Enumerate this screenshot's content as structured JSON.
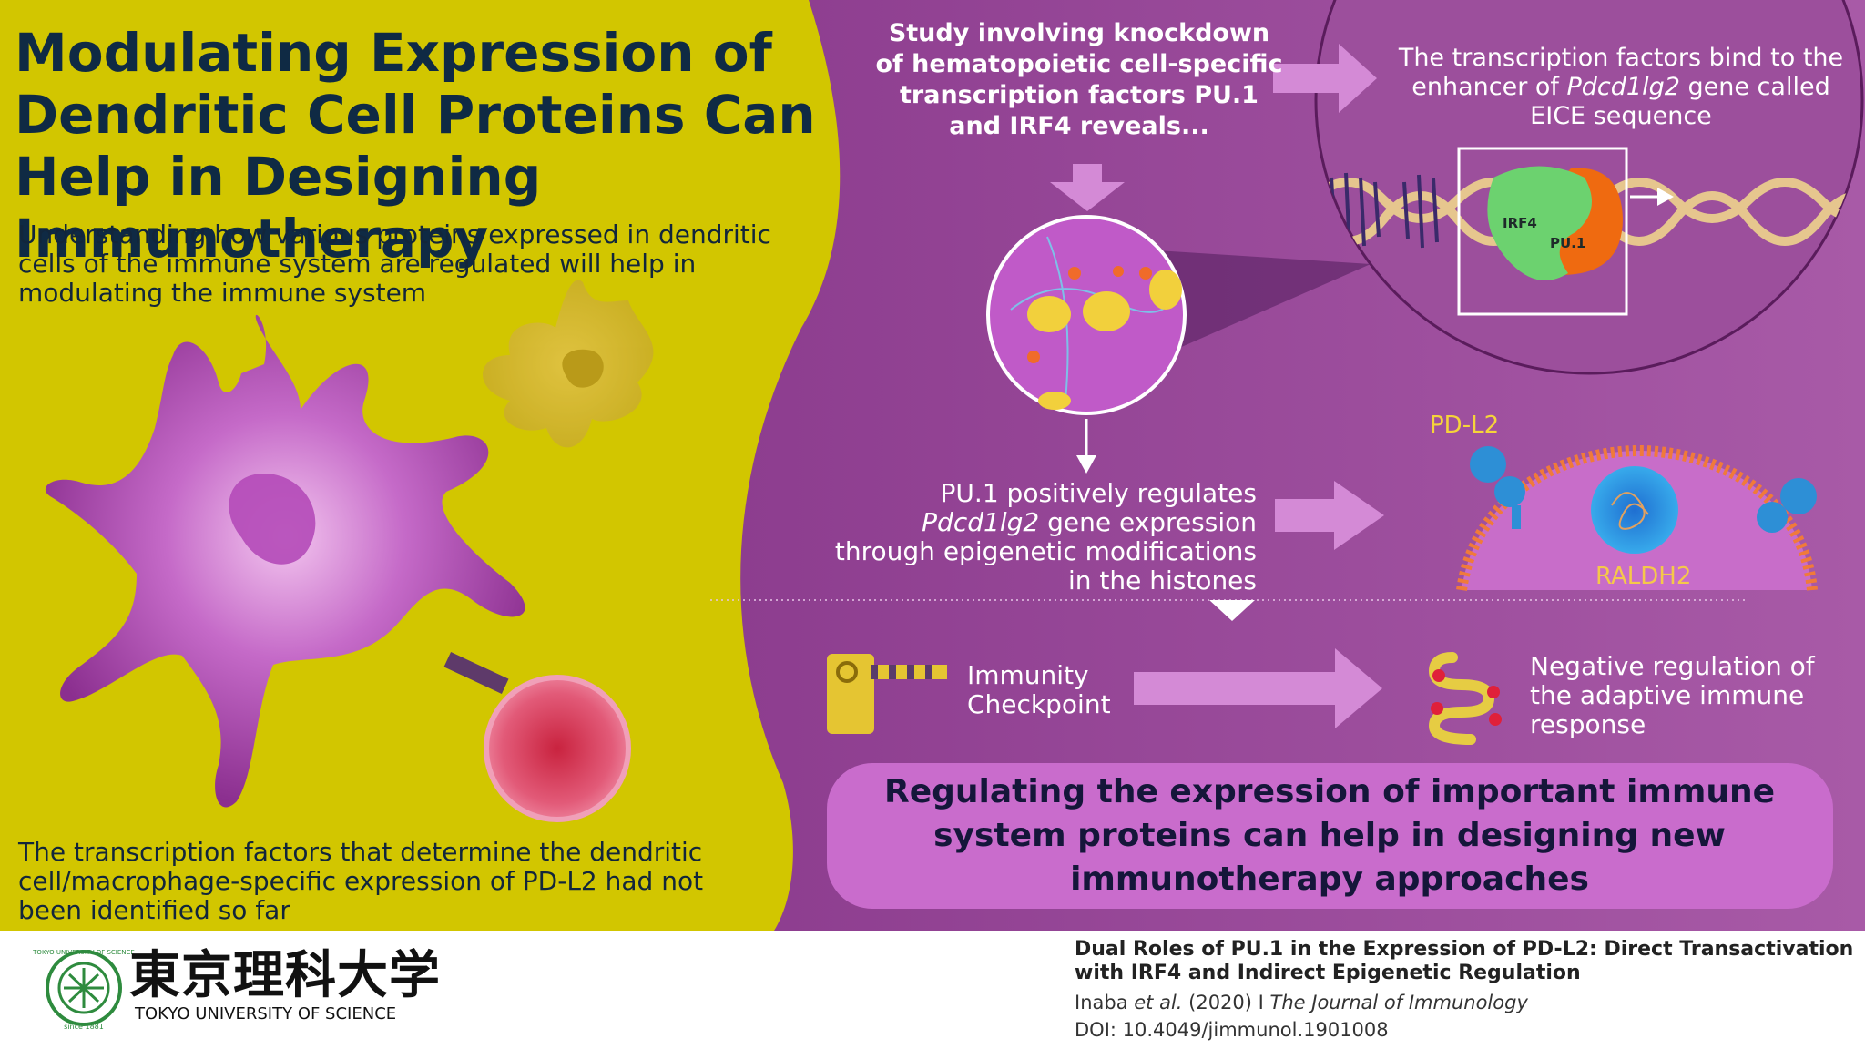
{
  "header": {
    "title": "Modulating Expression of Dendritic Cell Proteins Can Help in Designing Immunotherapy",
    "subtitle": "Understanding how various proteins expressed in dendritic cells of the immune system are regulated will help in modulating the immune system"
  },
  "left_panel": {
    "bottom_text": "The transcription factors that determine the dendritic cell/macrophage-specific expression of PD-L2 had not been identified so far"
  },
  "flow": {
    "study_text": "Study involving knockdown of hematopoietic cell-specific transcription factors PU.1 and IRF4 reveals...",
    "bind_text_before": "The transcription factors bind to the enhancer of ",
    "bind_text_gene": "Pdcd1lg2",
    "bind_text_after": " gene called EICE sequence",
    "label_irf4": "IRF4",
    "label_pu1": "PU.1",
    "regulates_before": "PU.1 positively regulates ",
    "regulates_gene": "Pdcd1lg2",
    "regulates_after": " gene expression through epigenetic modifications in the histones",
    "label_pdl2": "PD-L2",
    "label_raldh2": "RALDH2",
    "checkpoint_text": "Immunity Checkpoint",
    "negative_text": "Negative regulation of the adaptive immune response",
    "conclusion": "Regulating the expression of important immune system proteins can help in designing new immunotherapy approaches"
  },
  "footer": {
    "university_jp": "東京理科大学",
    "university_en": "TOKYO UNIVERSITY OF SCIENCE",
    "seal_text": "TOKYO UNIVERSITY OF SCIENCE",
    "seal_year": "since 1881",
    "paper_title": "Dual Roles of PU.1 in the Expression of PD-L2: Direct Transactivation with IRF4 and Indirect Epigenetic Regulation",
    "authors_name": "Inaba ",
    "authors_etal": "et al.",
    "authors_year": " (2020)  I  ",
    "journal": "The Journal of Immunology",
    "doi": "DOI: 10.4049/jimmunol.1901008"
  },
  "colors": {
    "yellow_bg": "#d2c600",
    "purple_bg": "#8e3f8e",
    "title_navy": "#0f2a44",
    "arrow_pink": "#d68ad8",
    "conclusion_box": "#c96ccc",
    "pdl2_gold": "#f5d43a",
    "seal_green": "#2e8b3e"
  },
  "icons": [
    "dendritic-cell-icon",
    "t-cell-icon",
    "nucleosome-icon",
    "dna-helix-icon",
    "transcription-factor-icon",
    "membrane-icon",
    "checkpoint-barrier-icon",
    "intestine-icon",
    "university-seal-icon"
  ]
}
